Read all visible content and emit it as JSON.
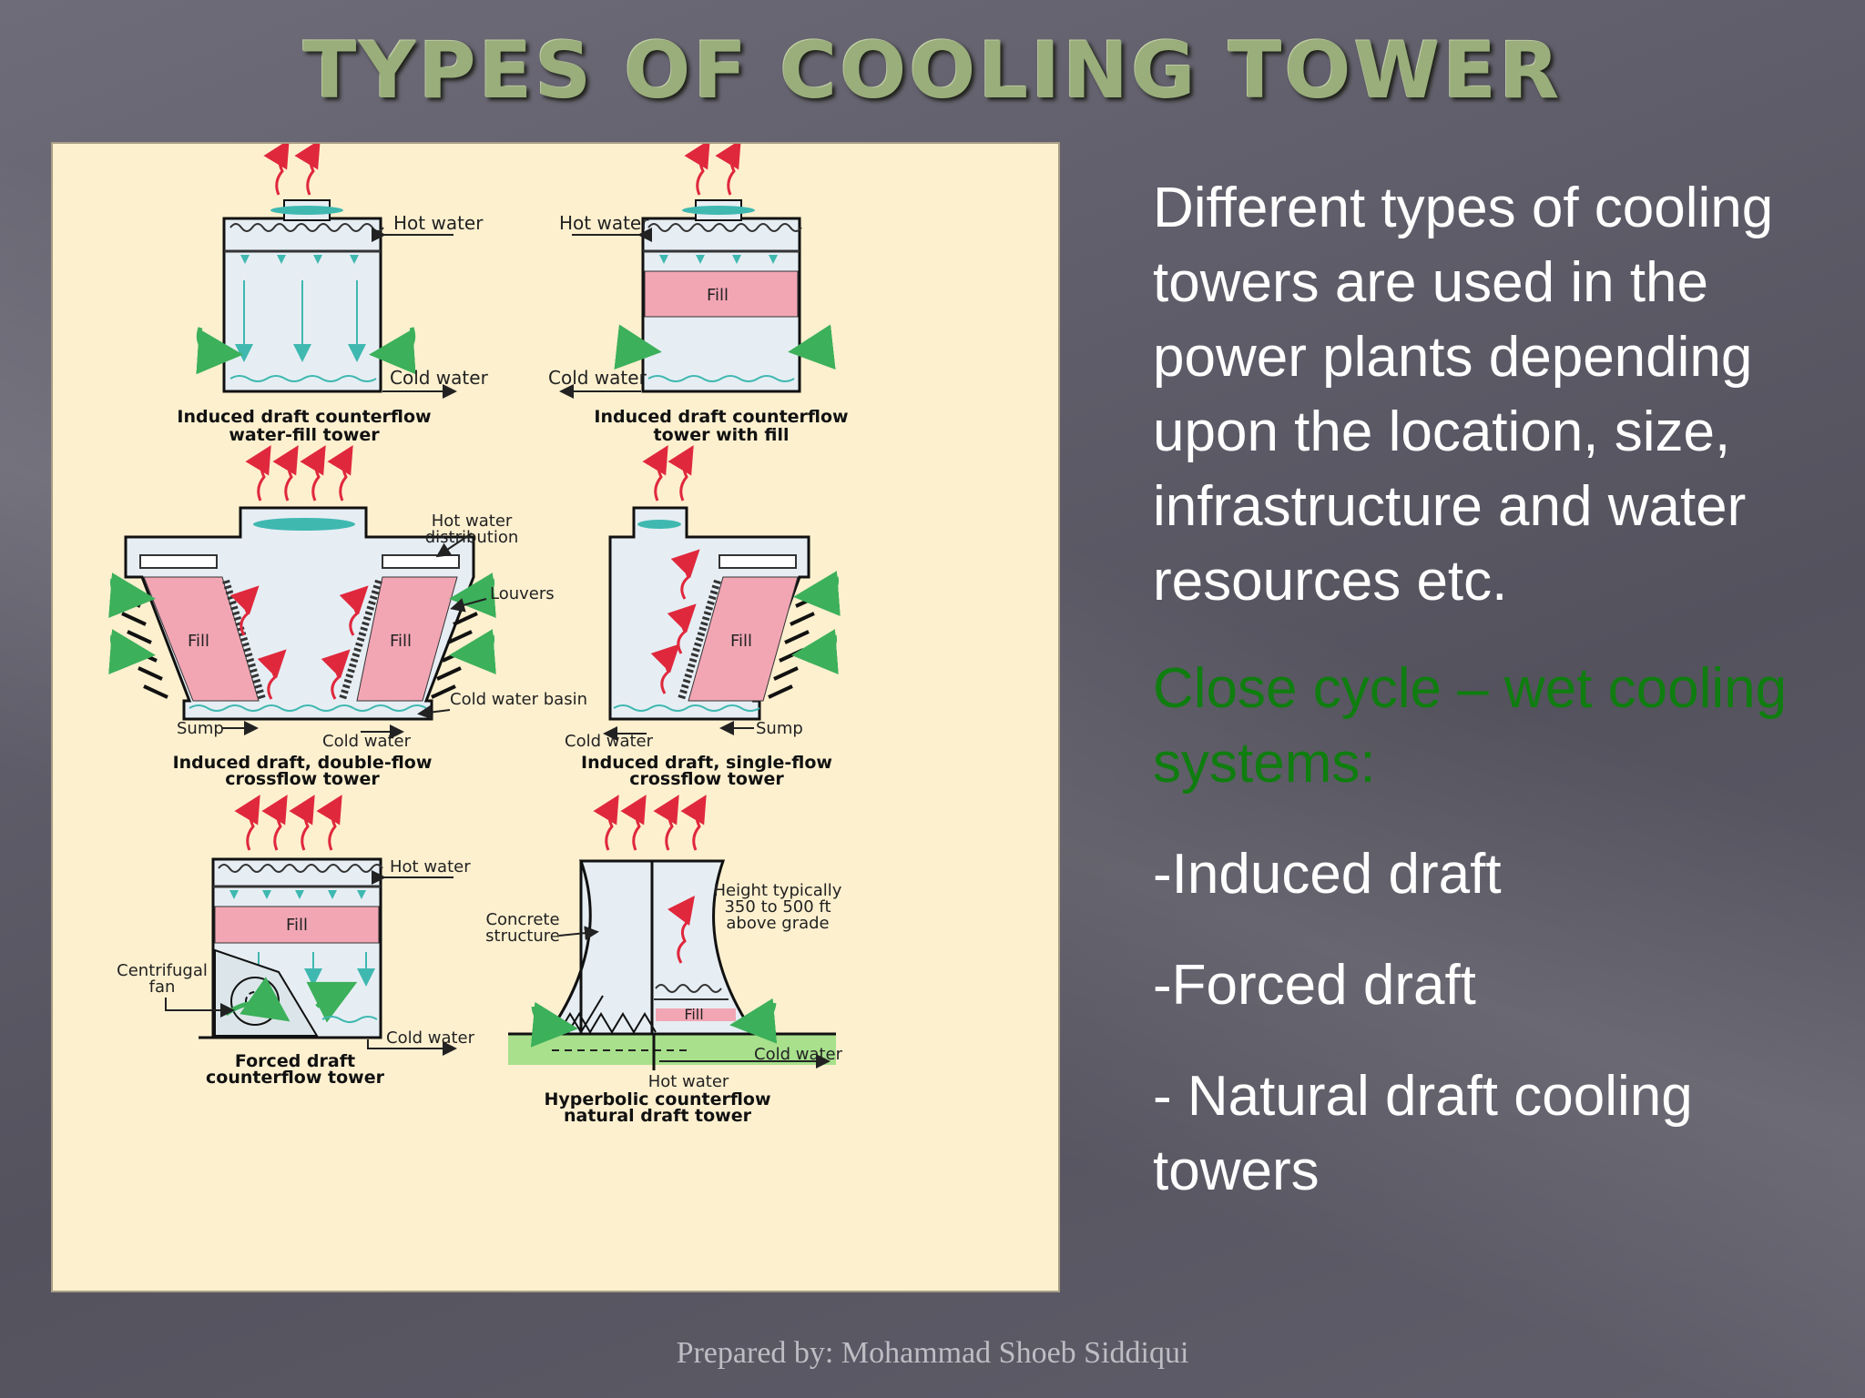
{
  "slide": {
    "title": "TYPES OF COOLING TOWER",
    "footer": "Prepared by: Mohammad Shoeb Siddiqui"
  },
  "text_panel": {
    "paragraph": "Different types of cooling towers are used in the power plants depending upon the location, size, infrastructure and water resources etc.",
    "heading": "Close cycle – wet cooling systems:",
    "items": [
      "-Induced draft",
      "-Forced draft",
      "- Natural draft cooling towers"
    ]
  },
  "figure": {
    "towers": {
      "t1": {
        "caption1": "Induced draft counterflow",
        "caption2": "water-fill tower",
        "hot": "Hot water",
        "cold": "Cold water"
      },
      "t2": {
        "caption1": "Induced draft counterflow",
        "caption2": "tower with fill",
        "hot": "Hot water",
        "cold": "Cold water",
        "fill": "Fill"
      },
      "t3": {
        "caption1": "Induced draft, double-flow",
        "caption2": "crossflow tower",
        "hot_dist1": "Hot water",
        "hot_dist2": "distribution",
        "louvers": "Louvers",
        "fill_l": "Fill",
        "fill_r": "Fill",
        "basin": "Cold water basin",
        "sump": "Sump",
        "cold": "Cold water"
      },
      "t4": {
        "caption1": "Induced draft, single-flow",
        "caption2": "crossflow tower",
        "fill": "Fill",
        "cold": "Cold water",
        "sump": "Sump"
      },
      "t5": {
        "caption1": "Forced draft",
        "caption2": "counterflow tower",
        "hot": "Hot water",
        "fill": "Fill",
        "fan1": "Centrifugal",
        "fan2": "fan",
        "cold": "Cold water"
      },
      "t6": {
        "caption1": "Hyperbolic counterflow",
        "caption2": "natural draft tower",
        "concrete1": "Concrete",
        "concrete2": "structure",
        "height1": "Height typically",
        "height2": "350 to 500 ft",
        "height3": "above grade",
        "fill": "Fill",
        "cold": "Cold water",
        "hot": "Hot water"
      }
    },
    "colors": {
      "fill": "#f2a6b4",
      "teal": "#3fb8b0",
      "red": "#e0283c",
      "green": "#3cb05a",
      "ground": "#a8e08c",
      "interior": "#e6eef4"
    }
  }
}
